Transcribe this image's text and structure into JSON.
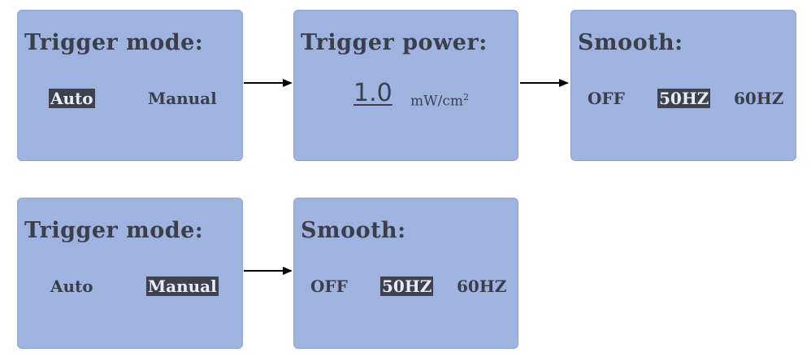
{
  "panels": {
    "p1": {
      "title": "Trigger mode:",
      "options": [
        "Auto",
        "Manual"
      ],
      "selected": "Auto"
    },
    "p2": {
      "title": "Trigger power:",
      "value": "1.0",
      "unit_main": "mW/cm",
      "unit_exp": "2"
    },
    "p3": {
      "title": "Smooth:",
      "options": [
        "OFF",
        "50HZ",
        "60HZ"
      ],
      "selected": "50HZ"
    },
    "p4": {
      "title": "Trigger mode:",
      "options": [
        "Auto",
        "Manual"
      ],
      "selected": "Manual"
    },
    "p5": {
      "title": "Smooth:",
      "options": [
        "OFF",
        "50HZ",
        "60HZ"
      ],
      "selected": "50HZ"
    }
  },
  "colors": {
    "panel": "#9fb3e0",
    "text": "#3a3f4a",
    "highlight": "#3d424d",
    "arrow": "#000000"
  }
}
